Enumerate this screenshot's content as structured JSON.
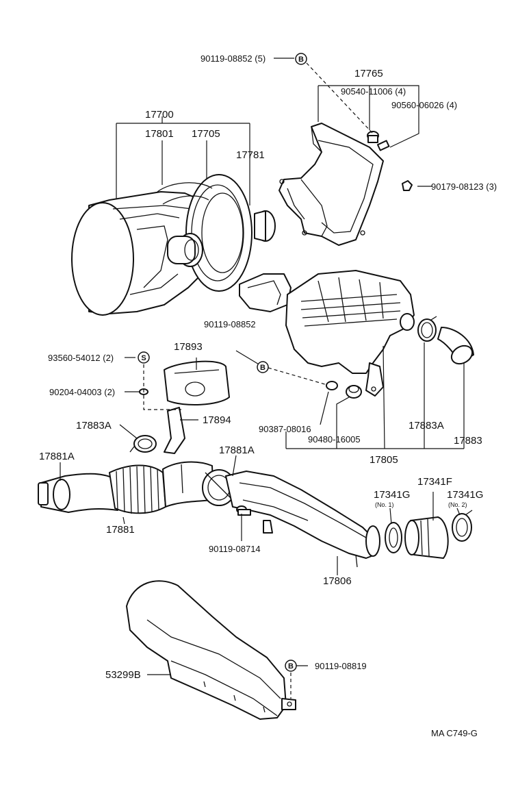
{
  "labels": {
    "p90119_08852_5": "90119-08852 (5)",
    "p17765": "17765",
    "p90540_11006_4": "90540-11006 (4)",
    "p90560_06026_4": "90560-06026 (4)",
    "p17700": "17700",
    "p17801": "17801",
    "p17705": "17705",
    "p17781": "17781",
    "p90179_08123_3": "90179-08123 (3)",
    "p90119_08852": "90119-08852",
    "p93560_54012_2": "93560-54012 (2)",
    "p17893": "17893",
    "p90204_04003_2": "90204-04003 (2)",
    "p17894": "17894",
    "p90387_08016": "90387-08016",
    "p90480_16005": "90480-16005",
    "p17883A_left": "17883A",
    "p17883A_right": "17883A",
    "p17883": "17883",
    "p17805": "17805",
    "p17881A_left": "17881A",
    "p17881A_mid": "17881A",
    "p17341F": "17341F",
    "p17341G_1": "17341G",
    "p17341G_2": "17341G",
    "no1": "(No. 1)",
    "no2": "(No. 2)",
    "p17881": "17881",
    "p90119_08714": "90119-08714",
    "p17806": "17806",
    "p90119_08819": "90119-08819",
    "p53299B": "53299B",
    "code": "MA C749-G"
  },
  "symbols": {
    "b": "B",
    "s": "S"
  }
}
